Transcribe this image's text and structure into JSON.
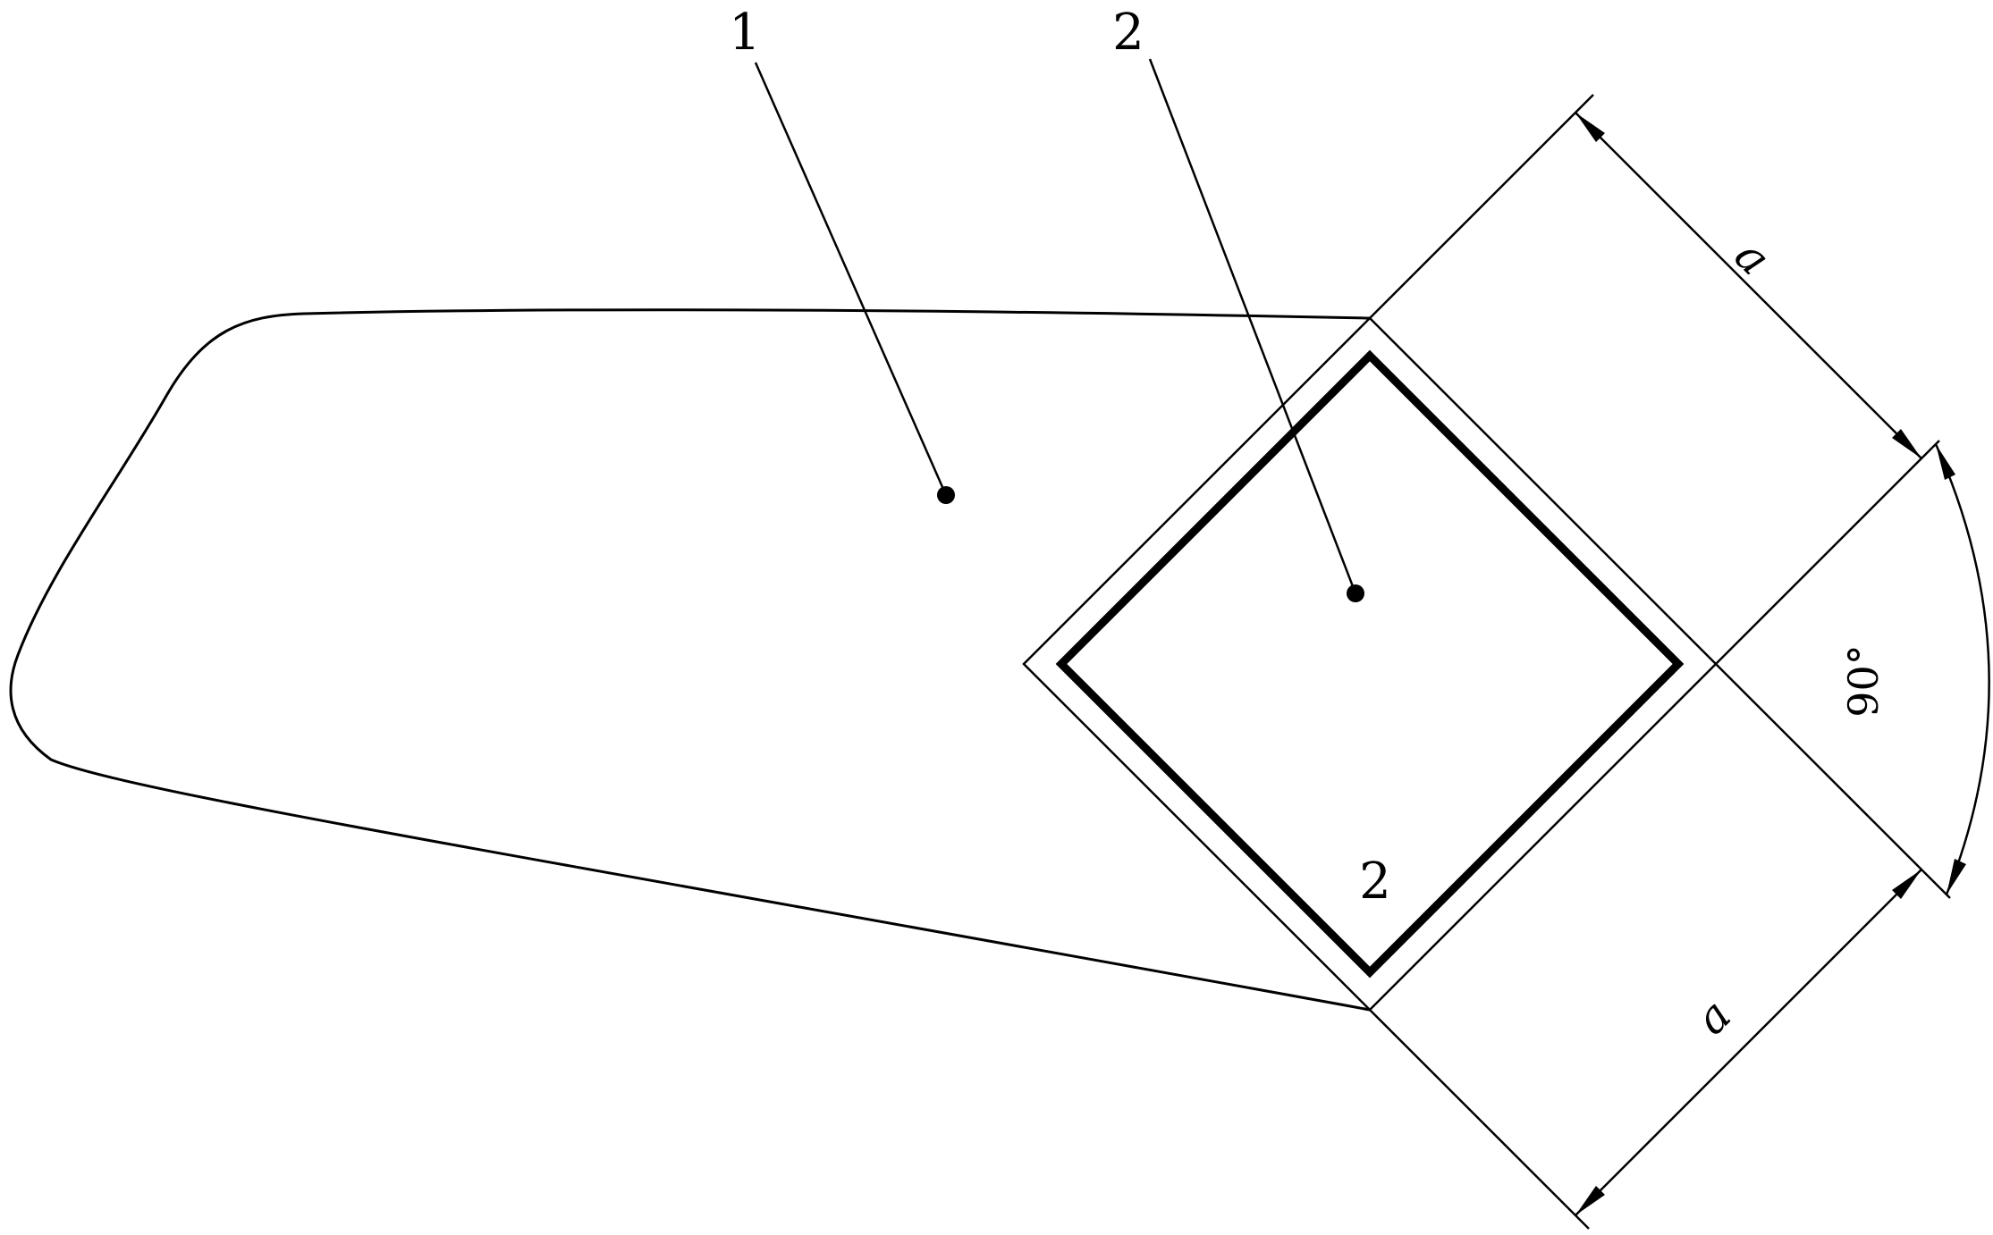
{
  "figure": {
    "kind": "patent-style technical drawing",
    "description": "Irregular rounded plate (part 1) with a square insert (part 2) rotated 45 degrees at its right end; two side-length dimensions and one angle dimension",
    "colors": {
      "line": "#000000",
      "background": "#ffffff"
    },
    "callouts": {
      "part1": "1",
      "part2": "2",
      "part2_inner": "2"
    },
    "dimensions": {
      "side_top": "a",
      "side_bottom": "a",
      "angle": "90°"
    }
  }
}
